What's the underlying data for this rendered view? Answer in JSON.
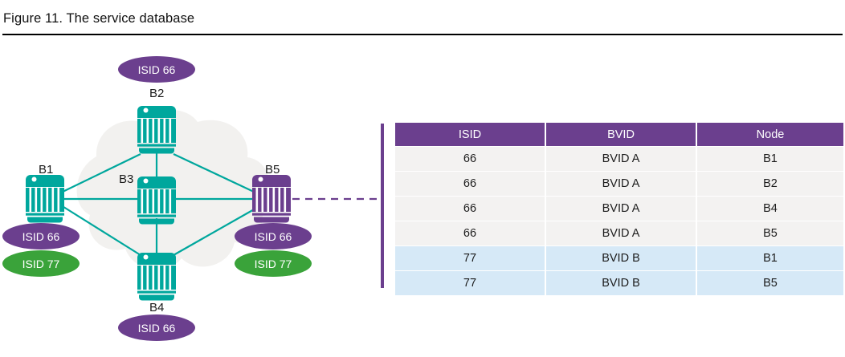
{
  "figure": {
    "caption": "Figure 11. The service database"
  },
  "diagram": {
    "title": "network topology with backbone nodes and ISID assignments",
    "nodes": [
      {
        "id": "B1",
        "label": "B1",
        "color": "#00a79d",
        "type": "switch-icon"
      },
      {
        "id": "B2",
        "label": "B2",
        "color": "#00a79d",
        "type": "switch-icon"
      },
      {
        "id": "B3",
        "label": "B3",
        "color": "#00a79d",
        "type": "switch-icon"
      },
      {
        "id": "B4",
        "label": "B4",
        "color": "#00a79d",
        "type": "switch-icon"
      },
      {
        "id": "B5",
        "label": "B5",
        "color": "#6b3f8e",
        "type": "switch-icon"
      }
    ],
    "links": [
      {
        "from": "B1",
        "to": "B2"
      },
      {
        "from": "B1",
        "to": "B3"
      },
      {
        "from": "B1",
        "to": "B4"
      },
      {
        "from": "B2",
        "to": "B3"
      },
      {
        "from": "B2",
        "to": "B5"
      },
      {
        "from": "B3",
        "to": "B4"
      },
      {
        "from": "B3",
        "to": "B5"
      },
      {
        "from": "B4",
        "to": "B5"
      }
    ],
    "callout": {
      "from": "B5",
      "to": "service-table",
      "style": "dashed",
      "color": "#6b3f8e"
    },
    "pills": [
      {
        "id": "b2-isid66",
        "label": "ISID 66",
        "color": "#6b3f8e",
        "near": "B2"
      },
      {
        "id": "b1-isid66",
        "label": "ISID 66",
        "color": "#6b3f8e",
        "near": "B1"
      },
      {
        "id": "b1-isid77",
        "label": "ISID 77",
        "color": "#3aa33a",
        "near": "B1"
      },
      {
        "id": "b5-isid66",
        "label": "ISID 66",
        "color": "#6b3f8e",
        "near": "B5"
      },
      {
        "id": "b5-isid77",
        "label": "ISID 77",
        "color": "#3aa33a",
        "near": "B5"
      },
      {
        "id": "b4-isid66",
        "label": "ISID 66",
        "color": "#6b3f8e",
        "near": "B4"
      }
    ],
    "colors": {
      "link": "#00a79d",
      "teal_node": "#00a79d",
      "purple_node": "#6b3f8e",
      "cloud": "#f2f1ef",
      "purple": "#6b3f8e",
      "green": "#3aa33a"
    }
  },
  "table": {
    "name": "service database",
    "headers": [
      "ISID",
      "BVID",
      "Node"
    ],
    "rows": [
      {
        "isid": "66",
        "bvid": "BVID A",
        "node": "B1",
        "group": "a"
      },
      {
        "isid": "66",
        "bvid": "BVID A",
        "node": "B2",
        "group": "a"
      },
      {
        "isid": "66",
        "bvid": "BVID A",
        "node": "B4",
        "group": "a"
      },
      {
        "isid": "66",
        "bvid": "BVID A",
        "node": "B5",
        "group": "a"
      },
      {
        "isid": "77",
        "bvid": "BVID B",
        "node": "B1",
        "group": "b"
      },
      {
        "isid": "77",
        "bvid": "BVID B",
        "node": "B5",
        "group": "b"
      }
    ],
    "colors": {
      "header_bg": "#6b3f8e",
      "header_fg": "#ffffff",
      "row_a_bg": "#f3f2f1",
      "row_b_bg": "#d6e9f7",
      "accent_bar": "#6b3f8e"
    }
  }
}
